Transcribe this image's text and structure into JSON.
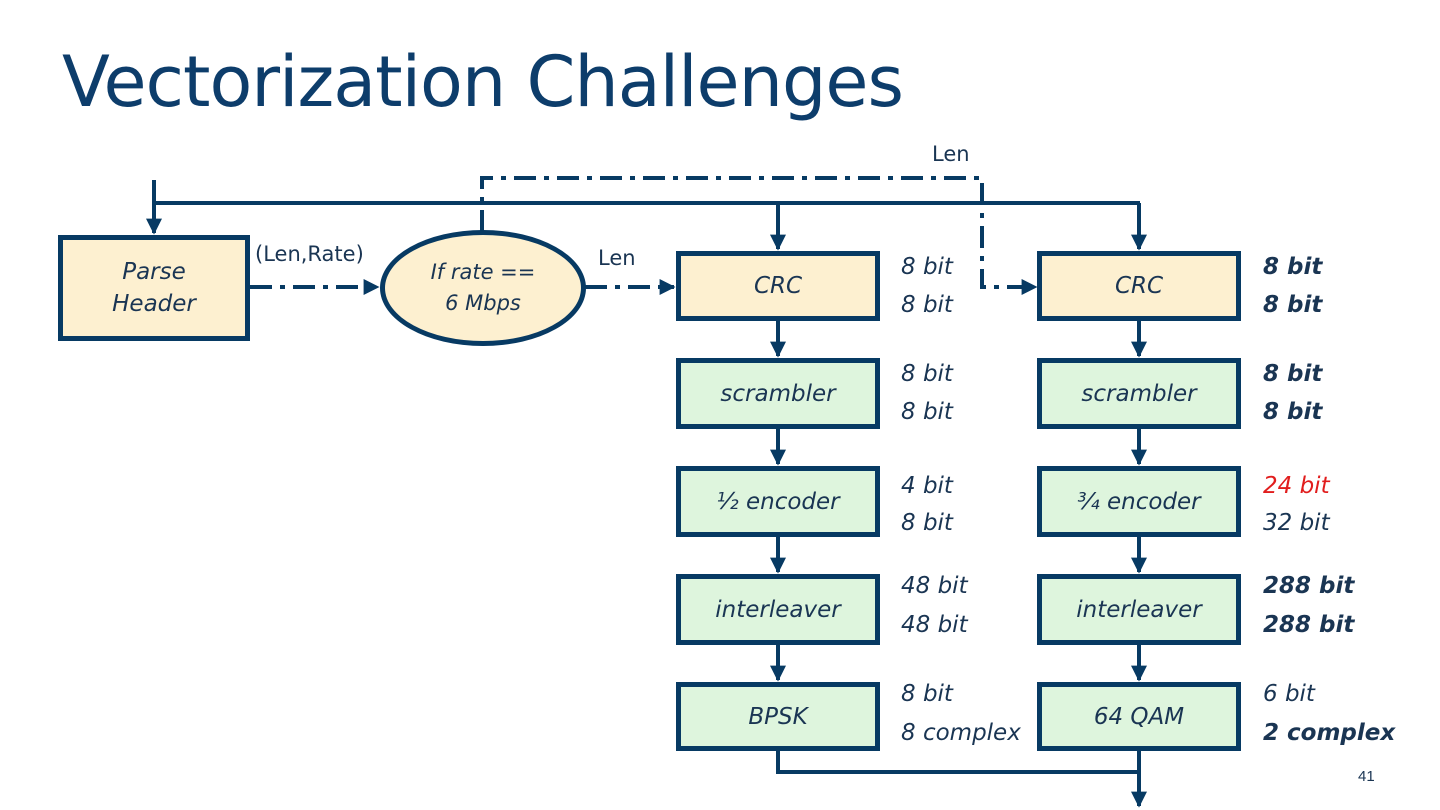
{
  "slide": {
    "title": "Vectorization Challenges",
    "page_number": "41"
  },
  "edge_labels": {
    "len_rate": "(Len,Rate)",
    "len_mid": "Len",
    "len_top": "Len"
  },
  "nodes": {
    "parse_header": [
      "Parse",
      "Header"
    ],
    "condition": [
      "If rate ==",
      "6 Mbps"
    ],
    "left_chain": [
      "CRC",
      "scrambler",
      "½ encoder",
      "interleaver",
      "BPSK"
    ],
    "right_chain": [
      "CRC",
      "scrambler",
      "¾ encoder",
      "interleaver",
      "64 QAM"
    ]
  },
  "bit_labels": {
    "left": [
      [
        "8 bit",
        "8 bit"
      ],
      [
        "8 bit",
        "8 bit"
      ],
      [
        "4 bit",
        "8 bit"
      ],
      [
        "48 bit",
        "48 bit"
      ],
      [
        "8 bit",
        "8 complex"
      ]
    ],
    "right": [
      [
        "8 bit",
        "8 bit"
      ],
      [
        "8 bit",
        "8 bit"
      ],
      [
        "24 bit",
        "32 bit"
      ],
      [
        "288 bit",
        "288 bit"
      ],
      [
        "6 bit",
        "2 complex"
      ]
    ]
  },
  "colors": {
    "stroke": "#073a63",
    "beige_fill": "#fdf0d0",
    "green_fill": "#def5dd",
    "highlight_red": "#e11d1d"
  }
}
